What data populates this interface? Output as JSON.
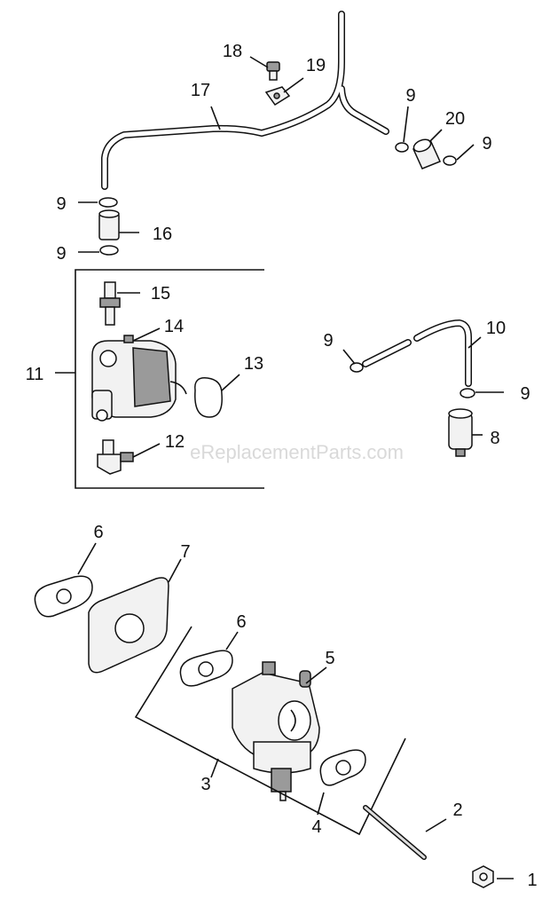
{
  "watermark": "eReplacementParts.com",
  "callouts": {
    "c1": "1",
    "c2": "2",
    "c3": "3",
    "c4": "4",
    "c5": "5",
    "c6a": "6",
    "c6b": "6",
    "c7": "7",
    "c8": "8",
    "c9a": "9",
    "c9b": "9",
    "c9c": "9",
    "c9d": "9",
    "c9e": "9",
    "c9f": "9",
    "c10": "10",
    "c11": "11",
    "c12": "12",
    "c13": "13",
    "c14": "14",
    "c15": "15",
    "c16": "16",
    "c17": "17",
    "c18": "18",
    "c19": "19",
    "c20": "20"
  }
}
